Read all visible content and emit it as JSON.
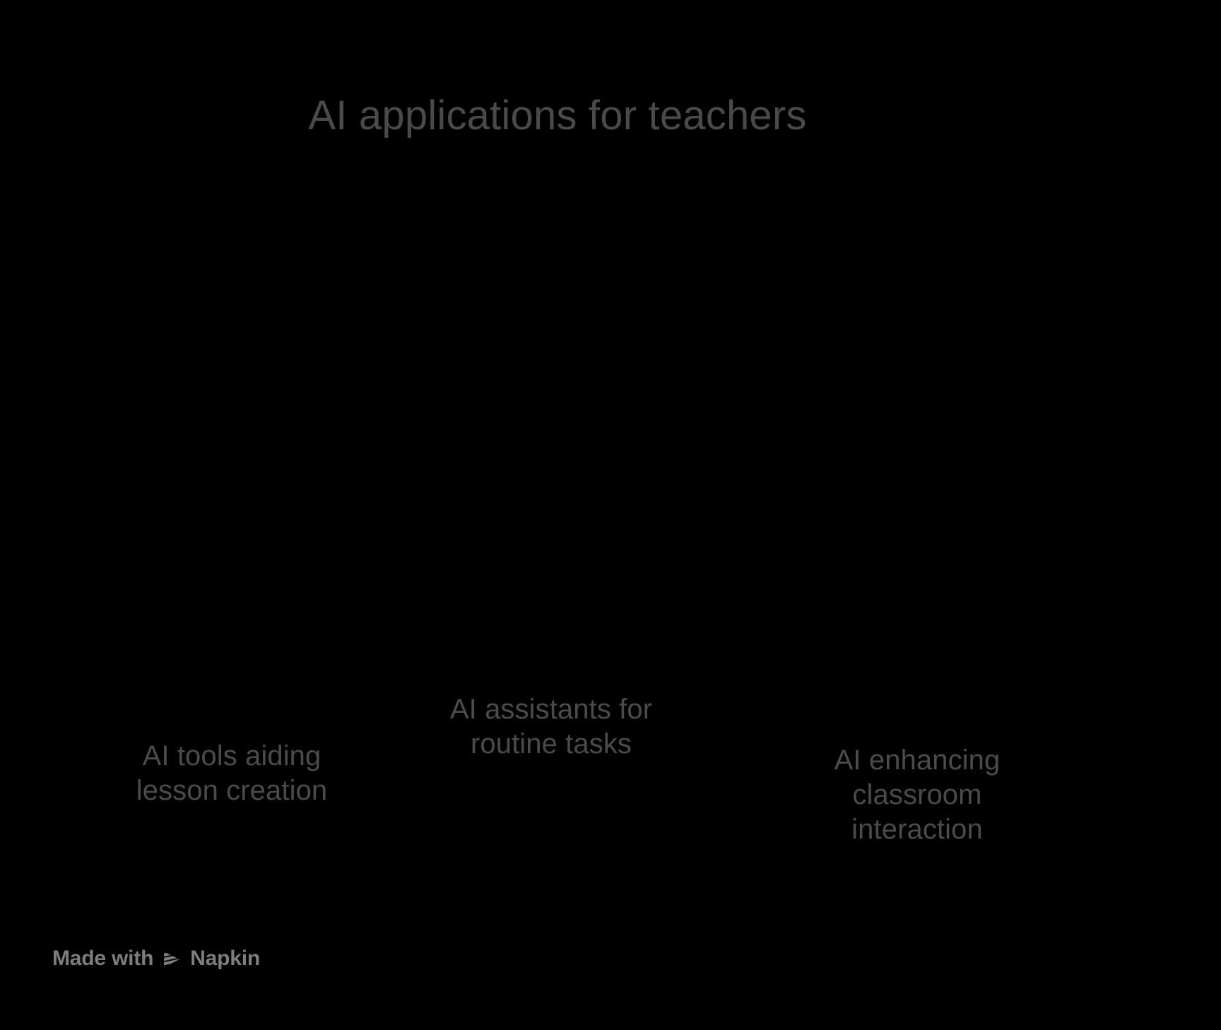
{
  "background_color": "#000000",
  "title": "AI applications for teachers",
  "title_color": "#4a4a4a",
  "label_color": "#4b4b4b",
  "nodes": [
    {
      "label": "AI tools aiding lesson creation"
    },
    {
      "label": "AI assistants for routine tasks"
    },
    {
      "label": "AI enhancing classroom interaction"
    }
  ],
  "watermark": {
    "prefix": "Made with",
    "brand": "Napkin",
    "logo_icon": "napkin-play-triangle-icon",
    "color": "#7d7d7d"
  }
}
